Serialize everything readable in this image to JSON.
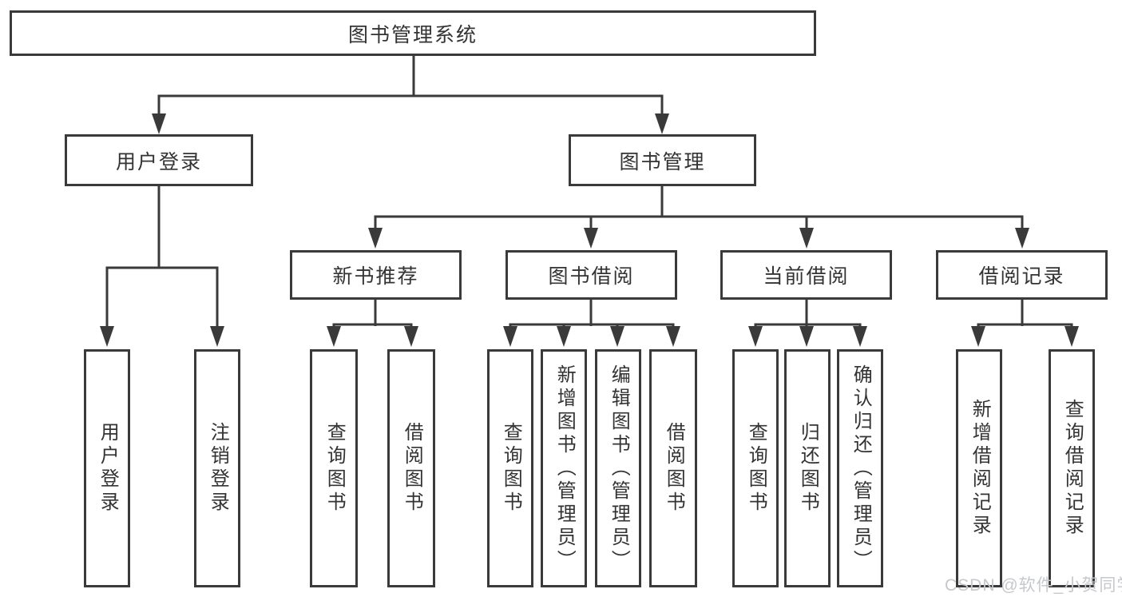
{
  "tree": {
    "root": "图书管理系统",
    "level2": {
      "login": "用户登录",
      "management": "图书管理"
    },
    "level3": {
      "new_books": "新书推荐",
      "book_borrow": "图书借阅",
      "current_borrow": "当前借阅",
      "borrow_records": "借阅记录"
    },
    "leaves": {
      "login": [
        "用户登录",
        "注销登录"
      ],
      "new_books": [
        "查询图书",
        "借阅图书"
      ],
      "book_borrow": [
        "查询图书",
        "新增图书（管理员）",
        "编辑图书（管理员）",
        "借阅图书"
      ],
      "current_borrow": [
        "查询图书",
        "归还图书",
        "确认归还（管理员）"
      ],
      "borrow_records": [
        "新增借阅记录",
        "查询借阅记录"
      ]
    }
  },
  "watermark": "CSDN @软件_小贺同学",
  "colors": {
    "line": "#3a3a3a",
    "text": "#333333",
    "watermark": "#c6c8cc",
    "background": "#ffffff"
  }
}
